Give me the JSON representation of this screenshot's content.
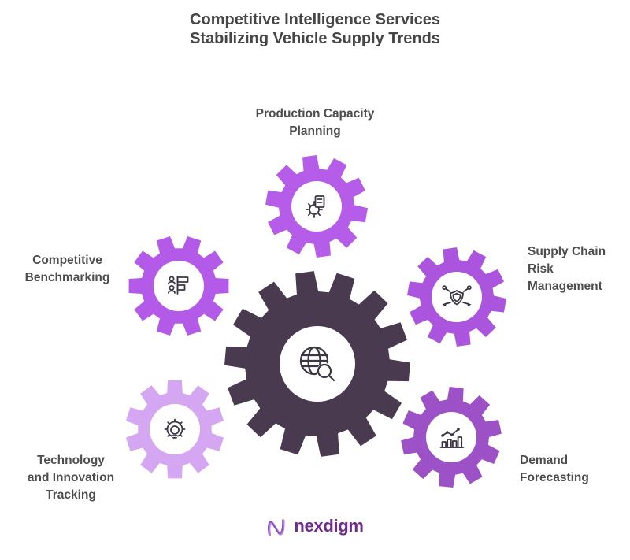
{
  "title": {
    "lines": [
      "Competitive Intelligence Services",
      "Stabilizing Vehicle Supply Trends"
    ]
  },
  "center": {
    "icon": "globe-search-icon",
    "gear_color": "#493a4f"
  },
  "nodes": {
    "production": {
      "lines": [
        "Production Capacity",
        "Planning"
      ],
      "icon": "gear-document-icon",
      "gear_color": "#b55ce9"
    },
    "benchmarking": {
      "lines": [
        "Competitive",
        "Benchmarking"
      ],
      "icon": "people-ranking-icon",
      "gear_color": "#b45ae8"
    },
    "supply": {
      "lines": [
        "Supply Chain",
        "Risk",
        "Management"
      ],
      "icon": "shield-network-icon",
      "gear_color": "#ab55de"
    },
    "technology": {
      "lines": [
        "Technology",
        "and Innovation",
        "Tracking"
      ],
      "icon": "lightbulb-gear-icon",
      "gear_color": "#d5a6f1"
    },
    "demand": {
      "lines": [
        "Demand",
        "Forecasting"
      ],
      "icon": "trend-chart-icon",
      "gear_color": "#9c51c6"
    }
  },
  "logo": {
    "text": "nexdigm",
    "icon": "nexdigm-wave-icon",
    "color": "#702b90"
  },
  "colors": {
    "title_text": "#464646",
    "label_text": "#4d4d4d",
    "icon_stroke": "#3c3544",
    "background": "#ffffff"
  }
}
